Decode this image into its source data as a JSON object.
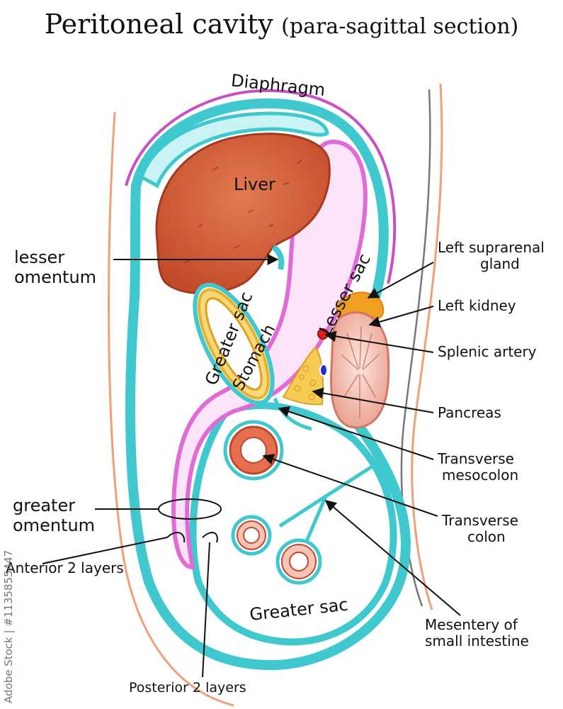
{
  "title": {
    "main": "Peritoneal cavity",
    "sub": "(para-sagittal section)"
  },
  "organs": {
    "diaphragm": "Diaphragm",
    "liver": "Liver",
    "stomach": "Stomach",
    "lesser_sac": "Lesser sac",
    "greater_sac_upper": "Greater sac",
    "greater_sac_lower": "Greater sac"
  },
  "left_labels": {
    "lesser_omentum_1": "lesser",
    "lesser_omentum_2": "omentum",
    "greater_omentum_1": "greater",
    "greater_omentum_2": "omentum",
    "anterior_layers": "Anterior 2 layers",
    "posterior_layers": "Posterior 2 layers"
  },
  "right_labels": {
    "suprarenal_1": "Left suprarenal",
    "suprarenal_2": "gland",
    "kidney": "Left kidney",
    "splenic_artery": "Splenic artery",
    "pancreas": "Pancreas",
    "mesocolon_1": "Transverse",
    "mesocolon_2": "mesocolon",
    "colon_1": "Transverse",
    "colon_2": "colon",
    "mesentery_1": "Mesentery of",
    "mesentery_2": "small intestine"
  },
  "watermark": "Adobe Stock | #1135855447",
  "colors": {
    "peritoneum": "#3fc9cf",
    "peritoneum_light": "#c9f3f4",
    "lesser_sac": "#e06ad6",
    "lesser_sac_fill": "#fbe3fa",
    "liver": "#c9542e",
    "liver_light": "#eaa07a",
    "stomach_wall": "#e8b030",
    "body_wall": "#f0a078",
    "diaphragm": "#c94fc4",
    "kidney": "#e99a86",
    "suprarenal": "#f0a020",
    "pancreas": "#f4cc55",
    "artery": "#e02020",
    "vein": "#2030d0"
  }
}
